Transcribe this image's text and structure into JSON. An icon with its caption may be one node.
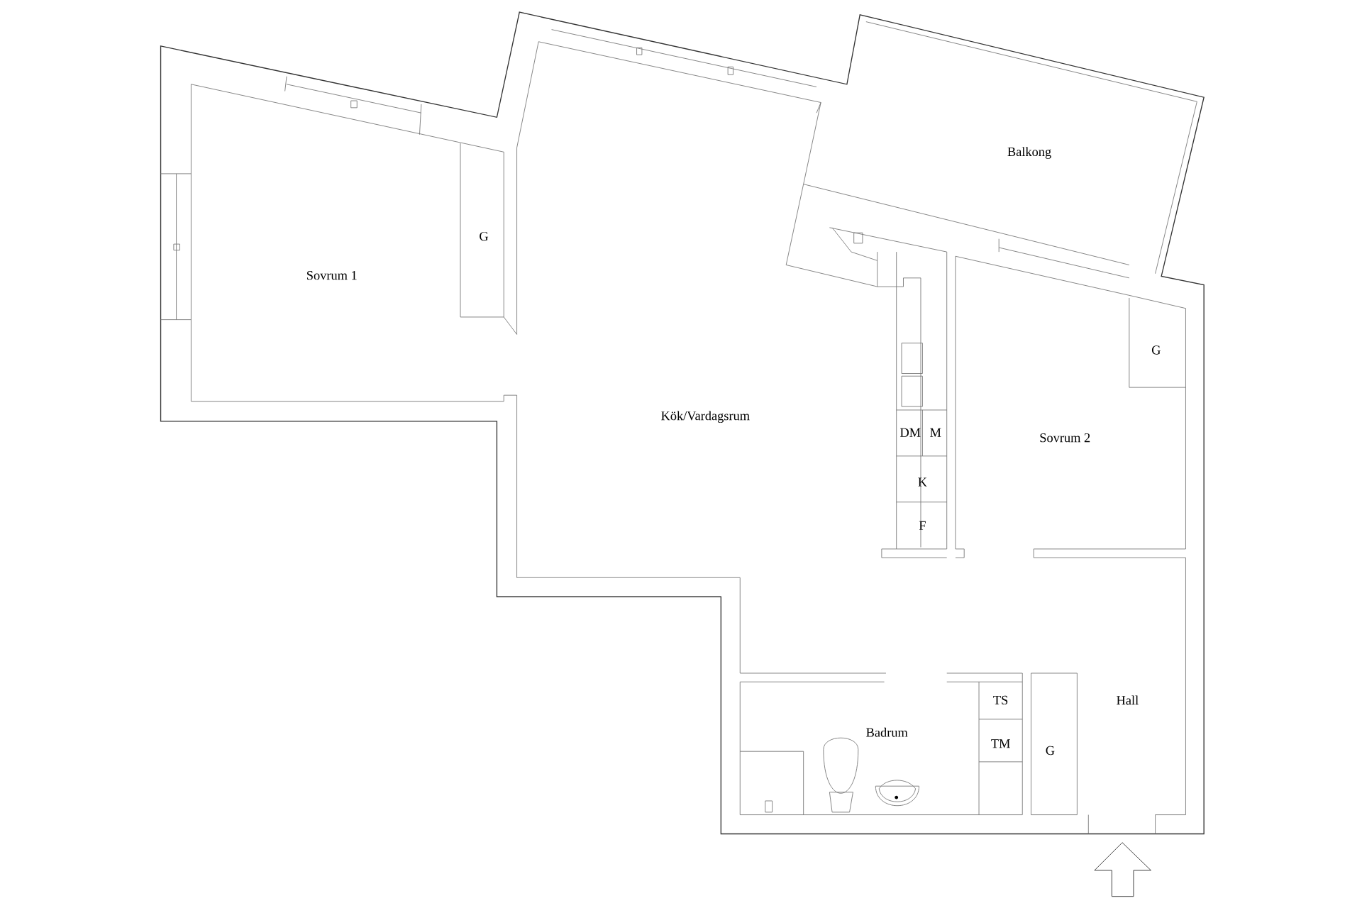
{
  "diagram": {
    "labels": [
      "Balkong",
      "G",
      "Sovrum 1",
      "G",
      "Kök/Vardagsrum",
      "DM",
      "M",
      "Sovrum 2",
      "K",
      "F",
      "Hall",
      "TS",
      "Badrum",
      "TM",
      "G"
    ]
  }
}
